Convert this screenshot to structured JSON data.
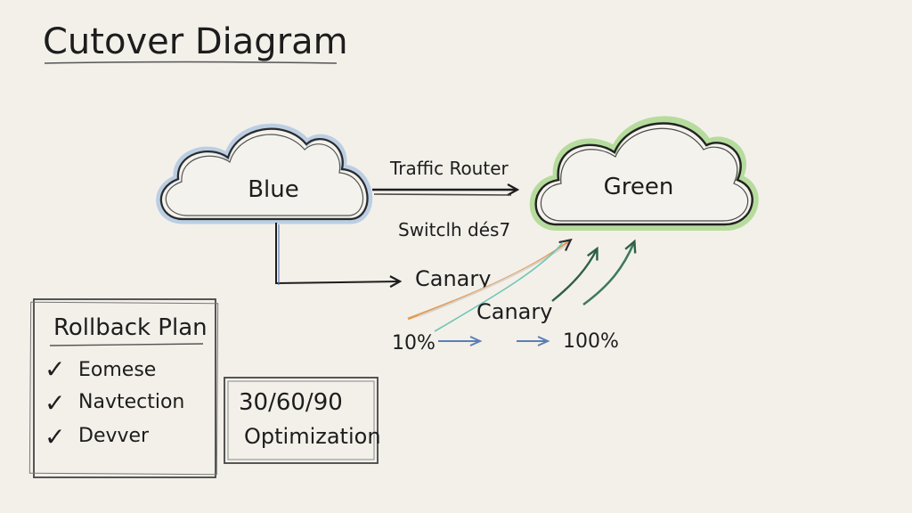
{
  "title": "Cutover Diagram",
  "nodes": {
    "blue": {
      "label": "Blue",
      "accent": "#8fb4de"
    },
    "green": {
      "label": "Green",
      "accent": "#8fcf6a"
    }
  },
  "labels": {
    "traffic_router": "Traffic Router",
    "switch_note": "Switclh dés7",
    "canary_top": "Canary",
    "canary_mid": "Canary",
    "pct_start": "10%",
    "pct_end": "100%"
  },
  "rollback": {
    "title": "Rollback Plan",
    "items": [
      "Eomese",
      "Navtection",
      "Devver"
    ],
    "check": "✓"
  },
  "plan_box": {
    "line1": "30/60/90",
    "line2": "Optimization"
  },
  "colors": {
    "ink": "#1d1d1d",
    "blue_arrow": "#5b7fb5",
    "orange_arrow": "#e39a55",
    "green_arrow": "#3e7a5a",
    "teal_arrow": "#6fc6b4"
  }
}
